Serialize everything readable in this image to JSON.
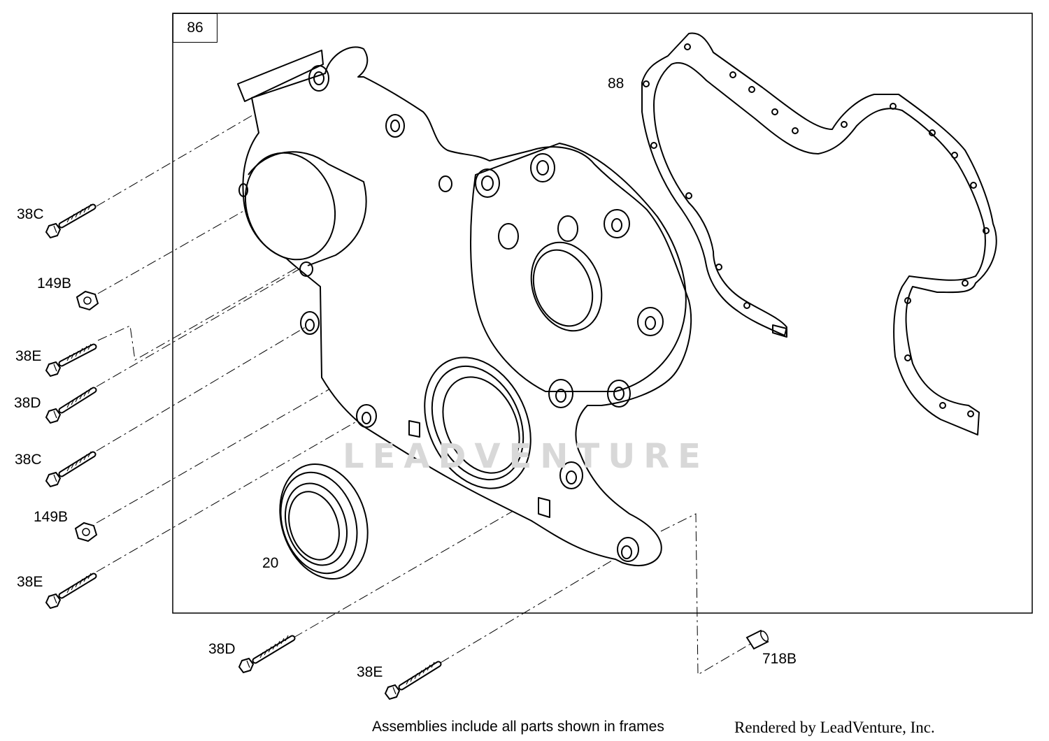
{
  "frame": {
    "number": "86"
  },
  "callouts": {
    "c38c_top": "38C",
    "c149b_top": "149B",
    "c38e_upper": "38E",
    "c38d_left": "38D",
    "c38c_mid": "38C",
    "c149b_low": "149B",
    "c38e_left": "38E",
    "c20": "20",
    "c88": "88",
    "c38d_bottom": "38D",
    "c38e_bottom": "38E",
    "c718b": "718B"
  },
  "watermark": "LEADVENTURE",
  "footer": {
    "note": "Assemblies include all parts shown in frames",
    "credit": "Rendered by LeadVenture, Inc."
  },
  "icons": [
    "hex-bolt-icon",
    "hex-nut-icon",
    "dowel-pin-icon"
  ]
}
